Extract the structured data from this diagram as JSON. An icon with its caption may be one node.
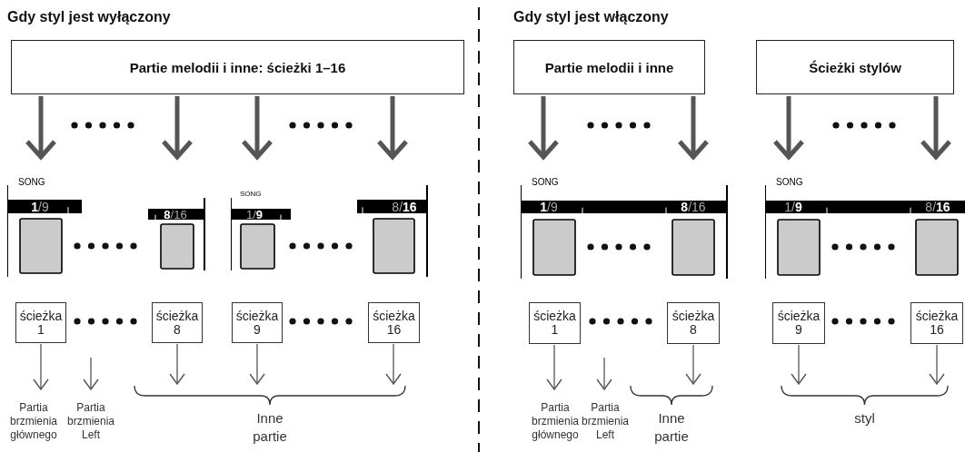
{
  "diagram": {
    "nodes": [
      {
        "text": [
          "Partie melodii i inne: ścieżki 1–16"
        ]
      },
      {
        "text": [
          "SONG",
          "**1**/9"
        ]
      },
      {
        "text": [
          "**8**/16"
        ]
      },
      {
        "text": [
          "SONG",
          "1/**9**"
        ]
      },
      {
        "text": [
          "8/**16**"
        ]
      },
      {
        "text": [
          "ścieżka 1"
        ]
      },
      {
        "text": [
          "ścieżka 8"
        ]
      },
      {
        "text": [
          "ścieżka 9"
        ]
      },
      {
        "text": [
          "ścieżka 16"
        ]
      },
      {
        "text": [
          "Partia brzmienia głównego"
        ]
      },
      {
        "text": [
          "Partia brzmienia Left"
        ]
      },
      {
        "text": [
          "Partie melodii i inne"
        ]
      },
      {
        "text": [
          "Ścieżki stylów"
        ]
      },
      {
        "text": [
          "SONG",
          "**1**/9",
          "**8**/16"
        ]
      },
      {
        "text": [
          "SONG",
          "1/**9**",
          "8/**16**"
        ]
      },
      {
        "text": [
          "ścieżka 1"
        ]
      },
      {
        "text": [
          "ścieżka 8"
        ]
      },
      {
        "text": [
          "ścieżka 9"
        ]
      },
      {
        "text": [
          "ścieżka 16"
        ]
      },
      {
        "text": [
          "Partia brzmienia głównego"
        ]
      },
      {
        "text": [
          "Partia brzmienia Left"
        ]
      },
      {
        "text": [
          "Inne partie"
        ]
      },
      {
        "text": [
          "Inne partie"
        ]
      },
      {
        "text": [
          "styl"
        ]
      }
    ],
    "edges": [
      {
        "from": 0,
        "to": 1,
        "arrow": "to",
        "style": "thick"
      },
      {
        "from": 0,
        "to": 2,
        "arrow": "to",
        "style": "thick"
      },
      {
        "from": 0,
        "to": 3,
        "arrow": "to",
        "style": "thick"
      },
      {
        "from": 0,
        "to": 4,
        "arrow": "to",
        "style": "thick"
      },
      {
        "from": 11,
        "to": 13,
        "arrow": "to",
        "style": "thick"
      },
      {
        "from": 11,
        "to": 13,
        "arrow": "to",
        "style": "thick"
      },
      {
        "from": 12,
        "to": 14,
        "arrow": "to",
        "style": "thick"
      },
      {
        "from": 12,
        "to": 14,
        "arrow": "to",
        "style": "thick"
      },
      {
        "from": 5,
        "to": 9,
        "arrow": "to"
      },
      {
        "from": null,
        "to": 10,
        "arrow": "to"
      },
      {
        "from": 6,
        "to": 21,
        "arrow": "to"
      },
      {
        "from": 7,
        "to": 21,
        "arrow": "to"
      },
      {
        "from": 8,
        "to": 21,
        "arrow": "to"
      },
      {
        "from": 15,
        "to": 19,
        "arrow": "to"
      },
      {
        "from": null,
        "to": 20,
        "arrow": "to"
      },
      {
        "from": 16,
        "to": 22,
        "arrow": "to"
      },
      {
        "from": 17,
        "to": 23,
        "arrow": "to"
      },
      {
        "from": 18,
        "to": 23,
        "arrow": "to"
      }
    ],
    "labels": [
      "Gdy styl jest wyłączony",
      "Gdy styl jest włączony"
    ]
  }
}
